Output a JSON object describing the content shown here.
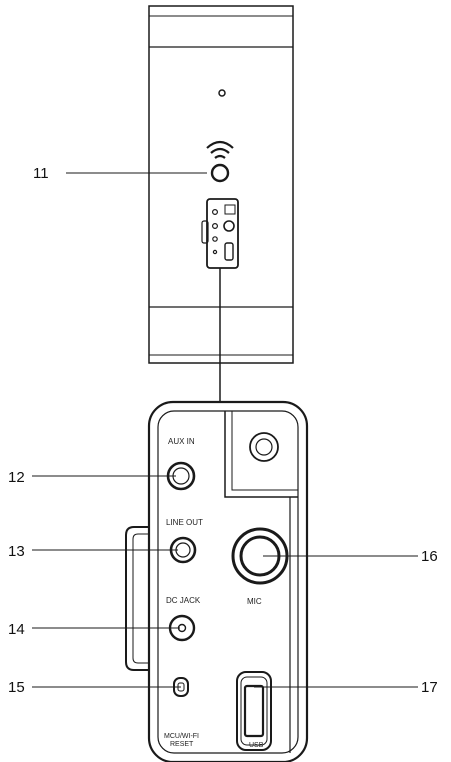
{
  "callouts": [
    {
      "number": "11",
      "target": "wifi-button"
    },
    {
      "number": "12",
      "target": "aux-in-port"
    },
    {
      "number": "13",
      "target": "line-out-port"
    },
    {
      "number": "14",
      "target": "dc-jack-port"
    },
    {
      "number": "15",
      "target": "mcu-wifi-reset-button"
    },
    {
      "number": "16",
      "target": "mic-port"
    },
    {
      "number": "17",
      "target": "usb-port"
    }
  ],
  "port_labels": {
    "aux_in": "AUX IN",
    "line_out": "LINE OUT",
    "dc_jack": "DC JACK",
    "mic": "MIC",
    "reset_line1": "MCU/WI-FI",
    "reset_line2": "RESET",
    "usb": "USB"
  },
  "colors": {
    "ink": "#1a1a1a",
    "background": "#ffffff"
  }
}
